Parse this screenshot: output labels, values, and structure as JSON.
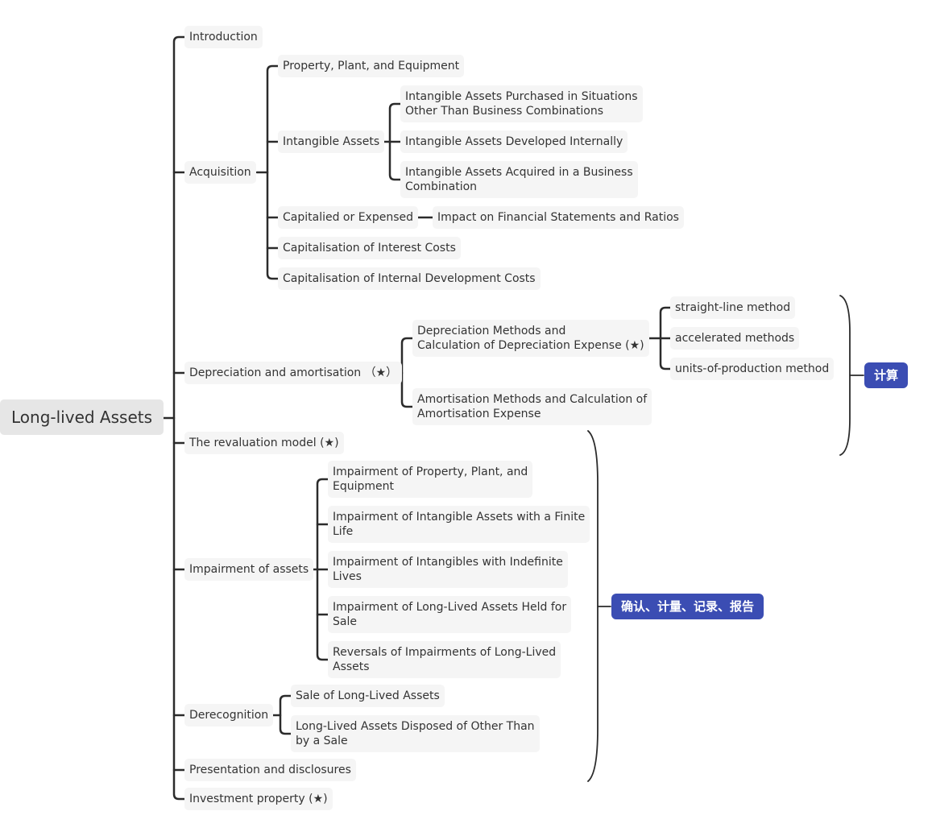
{
  "root": "Long-lived Assets",
  "branches": {
    "introduction": "Introduction",
    "acquisition": "Acquisition",
    "depreciation": "Depreciation and amortisation （★）",
    "revaluation": "The revaluation model (★)",
    "impairment": "Impairment of assets",
    "derecognition": "Derecognition",
    "presentation": "Presentation and disclosures",
    "investment": "Investment property (★)"
  },
  "acquisition": {
    "ppe": "Property, Plant, and Equipment",
    "intangible": "Intangible Assets",
    "intangible_children": [
      [
        "Intangible Assets Purchased in Situations",
        "Other Than Business Combinations"
      ],
      [
        "Intangible Assets Developed Internally"
      ],
      [
        "Intangible Assets Acquired in a Business",
        "Combination"
      ]
    ],
    "capitalised": "Capitalied or Expensed",
    "impact": "Impact on Financial Statements and Ratios",
    "interest": "Capitalisation of Interest Costs",
    "internal_dev": "Capitalisation of Internal Development Costs"
  },
  "depreciation": {
    "methods": [
      "Depreciation Methods and",
      "Calculation of Depreciation Expense (★)"
    ],
    "method_list": [
      "straight-line method",
      "accelerated methods",
      "units-of-production method"
    ],
    "amortisation": [
      "Amortisation Methods and Calculation of",
      "Amortisation Expense"
    ]
  },
  "impairment": {
    "items": [
      [
        "Impairment of Property, Plant, and",
        "Equipment"
      ],
      [
        "Impairment of Intangible Assets with a Finite",
        "Life"
      ],
      [
        "Impairment of Intangibles with Indefinite",
        "Lives"
      ],
      [
        "Impairment of Long-Lived Assets Held for",
        "Sale"
      ],
      [
        "Reversals of Impairments of Long-Lived",
        "Assets"
      ]
    ]
  },
  "derecognition": {
    "sale": "Sale of Long-Lived Assets",
    "other": [
      "Long-Lived Assets Disposed of Other Than",
      "by a Sale"
    ]
  },
  "summaries": {
    "calculation": "计算",
    "recognition": "确认、计量、记录、报告"
  },
  "colors": {
    "line": "#2b2b2b",
    "node_bg": "#f5f5f5",
    "root_bg": "#e6e6e6",
    "tag_bg": "#3b4db3"
  }
}
